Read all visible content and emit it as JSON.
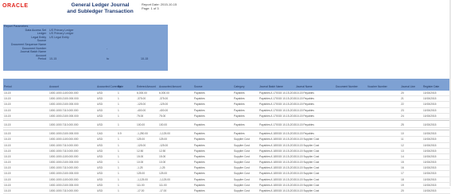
{
  "header": {
    "logo_text": "ORACLE",
    "title_line1": "General Ledger Journal",
    "title_line2": "and Subledger Transaction",
    "meta_line1": "Report Date: 2015-10-15",
    "meta_line2": "Page: 1 of 3"
  },
  "parameters": {
    "header": "Report Parameters",
    "rows": [
      {
        "label": "Data Access Set",
        "value": "US Primary Ledger"
      },
      {
        "label": "Ledger",
        "value": "US Primary Ledger"
      },
      {
        "label": "Legal Entity",
        "value": "US Legal Entity"
      },
      {
        "label": "Source",
        "value": ""
      },
      {
        "label": "Document Sequence Name",
        "value": ""
      },
      {
        "label": "Document Number",
        "value": "",
        "value2": "-"
      },
      {
        "label": "Journal Batch Name",
        "value": ""
      },
      {
        "label": "Account",
        "value": ""
      },
      {
        "label": "Period",
        "value": "10-15",
        "value2": "to",
        "value3": "10-15"
      }
    ]
  },
  "table": {
    "columns": [
      "Period",
      "Account",
      "Accounted Currency",
      "Rate",
      "Entered Amount",
      "Accounted Amount",
      "Source",
      "Category",
      "Journal Batch Name",
      "Journal Name",
      "Document Number",
      "Voucher Number",
      "Journal Line",
      "Register Date"
    ],
    "rows": [
      [
        "10-15",
        "1000.1000.1100.000.000",
        "USD",
        "1",
        "6,000.00",
        "6,000.00",
        "Payables",
        "Payables",
        "Payables A 170015 10-15-2015",
        "10-15 Payables",
        "",
        "",
        "20",
        "10/15/2015"
      ],
      [
        "10-15",
        "1000.1000.2100.000.000",
        "USD",
        "1",
        "-375.00",
        "-375.00",
        "Payables",
        "Payables",
        "Payables A 170015 10-15-2015",
        "10-15 Payables",
        "",
        "",
        "21",
        "10/15/2015"
      ],
      [
        "10-15",
        "1000.1000.2100.000.000",
        "USD",
        "1",
        "-125.00",
        "-125.00",
        "Payables",
        "Payables",
        "Payables A 170015 10-15-2015",
        "10-15 Payables",
        "",
        "",
        "22",
        "10/15/2015"
      ],
      [
        "10-15",
        "1000.1000.7110.000.000",
        "USD",
        "1",
        "-400.00",
        "-400.00",
        "Payables",
        "Payables",
        "Payables A 170015 10-15-2015",
        "10-15 Payables",
        "",
        "",
        "23",
        "10/15/2015"
      ],
      [
        "10-15",
        "1000.1000.2100.000.000",
        "USD",
        "1",
        "75.00",
        "75.00",
        "Payables",
        "Payables",
        "Payables A 170015 10-15-2015",
        "10-15 Payables",
        "",
        "",
        "24",
        "10/15/2015"
      ],
      [
        "10-15",
        "1000.1000.7110.000.000",
        "USD",
        "1",
        "100.00",
        "100.00",
        "Payables",
        "Payables",
        "Payables A 170015 10-15-2015",
        "10-15 Payables",
        "",
        "",
        "25",
        "10/15/2015"
      ],
      [
        "10-15",
        "1000.1000.2100.000.000",
        "CAD",
        "0.9",
        "-1,250.00",
        "-1,125.00",
        "Payables",
        "Payables",
        "Payables A 180015 10-15-2015",
        "10-15 Payables",
        "",
        "",
        "10",
        "10/15/2015"
      ],
      [
        "10-15",
        "1000.1000.1100.000.000",
        "USD",
        "1",
        "125.00",
        "125.00",
        "Payables",
        "Supplier Cost",
        "Payables A 180015 10-15-2015",
        "10-15 Supplier Cost",
        "",
        "",
        "11",
        "10/15/2015"
      ],
      [
        "10-15",
        "1000.1000.7110.000.000",
        "USD",
        "1",
        "-125.00",
        "-125.00",
        "Payables",
        "Supplier Cost",
        "Payables A 180015 10-15-2015",
        "10-15 Supplier Cost",
        "",
        "",
        "12",
        "10/15/2015"
      ],
      [
        "10-15",
        "1000.1000.7110.000.000",
        "USD",
        "1",
        "12.50",
        "12.50",
        "Payables",
        "Supplier Cost",
        "Payables A 180015 10-15-2015",
        "10-15 Supplier Cost",
        "",
        "",
        "13",
        "10/15/2015"
      ],
      [
        "10-15",
        "1000.1000.1100.000.000",
        "USD",
        "1",
        "15.00",
        "15.00",
        "Payables",
        "Supplier Cost",
        "Payables A 180015 10-15-2015",
        "10-15 Supplier Cost",
        "",
        "",
        "14",
        "10/15/2015"
      ],
      [
        "10-15",
        "1000.1000.2100.000.000",
        "USD",
        "1",
        "10.00",
        "10.00",
        "Payables",
        "Supplier Cost",
        "Payables A 180015 10-15-2015",
        "10-15 Supplier Cost",
        "",
        "",
        "15",
        "10/15/2015"
      ],
      [
        "10-15",
        "1000.1000.7110.000.000",
        "USD",
        "1",
        "-1.25",
        "-1.25",
        "Payables",
        "Supplier Cost",
        "Payables A 180015 10-15-2015",
        "10-15 Supplier Cost",
        "",
        "",
        "16",
        "10/15/2015"
      ],
      [
        "10-15",
        "1000.1000.2100.000.000",
        "USD",
        "1",
        "125.00",
        "125.00",
        "Payables",
        "Supplier Cost",
        "Payables A 180015 10-15-2015",
        "10-15 Supplier Cost",
        "",
        "",
        "17",
        "10/15/2015"
      ],
      [
        "10-15",
        "1000.1000.1100.000.000",
        "USD",
        "1",
        "-1,125.00",
        "-1,125.00",
        "Payables",
        "Supplier Cost",
        "Payables A 180015 10-15-2015",
        "10-15 Supplier Cost",
        "",
        "",
        "18",
        "10/15/2015"
      ],
      [
        "10-15",
        "1000.1000.2100.000.000",
        "USD",
        "1",
        "111.00",
        "111.00",
        "Payables",
        "Supplier Cost",
        "Payables A 180015 10-15-2015",
        "10-15 Supplier Cost",
        "",
        "",
        "19",
        "10/15/2015"
      ],
      [
        "10-15",
        "1000.1000.7110.000.000",
        "USD",
        "1",
        "-17.00",
        "-17.00",
        "Payables",
        "Supplier Cost",
        "Payables A 180015 10-15-2015",
        "10-15 Supplier Cost",
        "",
        "",
        "20",
        "10/15/2015"
      ]
    ]
  }
}
